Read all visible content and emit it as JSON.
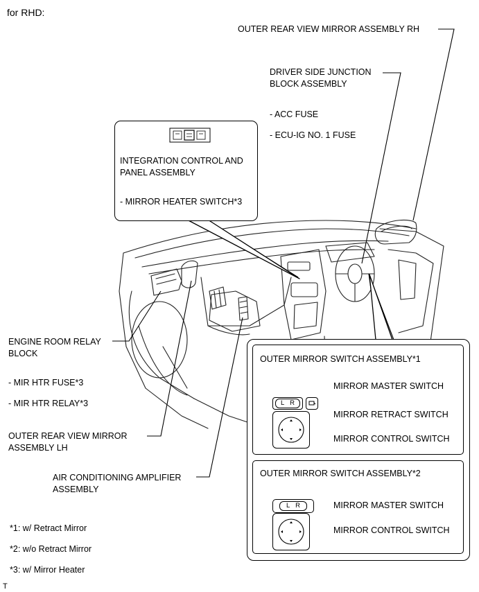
{
  "header": {
    "variant": "for RHD:"
  },
  "labels": {
    "mirror_rh": "OUTER REAR VIEW MIRROR ASSEMBLY RH",
    "junction_block_l1": "DRIVER SIDE JUNCTION",
    "junction_block_l2": "BLOCK ASSEMBLY",
    "acc_fuse": "- ACC FUSE",
    "ecu_fuse": "- ECU-IG NO. 1 FUSE",
    "integration_l1": "INTEGRATION CONTROL AND",
    "integration_l2": "PANEL ASSEMBLY",
    "heater_switch": "- MIRROR HEATER SWITCH*3",
    "engine_relay_l1": "ENGINE ROOM RELAY",
    "engine_relay_l2": "BLOCK",
    "mir_htr_fuse": "- MIR HTR FUSE*3",
    "mir_htr_relay": "- MIR HTR RELAY*3",
    "mirror_lh_l1": "OUTER REAR VIEW MIRROR",
    "mirror_lh_l2": "ASSEMBLY LH",
    "ac_amp_l1": "AIR CONDITIONING AMPLIFIER",
    "ac_amp_l2": "ASSEMBLY"
  },
  "switch_panel_1": {
    "title": "OUTER MIRROR SWITCH ASSEMBLY*1",
    "master": "MIRROR MASTER SWITCH",
    "retract": "MIRROR RETRACT SWITCH",
    "control": "MIRROR CONTROL SWITCH",
    "key_l": "L",
    "key_r": "R"
  },
  "switch_panel_2": {
    "title": "OUTER MIRROR SWITCH ASSEMBLY*2",
    "master": "MIRROR MASTER SWITCH",
    "control": "MIRROR CONTROL SWITCH",
    "key_l": "L",
    "key_r": "R"
  },
  "footnotes": [
    "*1: w/ Retract Mirror",
    "*2: w/o Retract Mirror",
    "*3: w/ Mirror Heater"
  ],
  "corner_mark": "T"
}
